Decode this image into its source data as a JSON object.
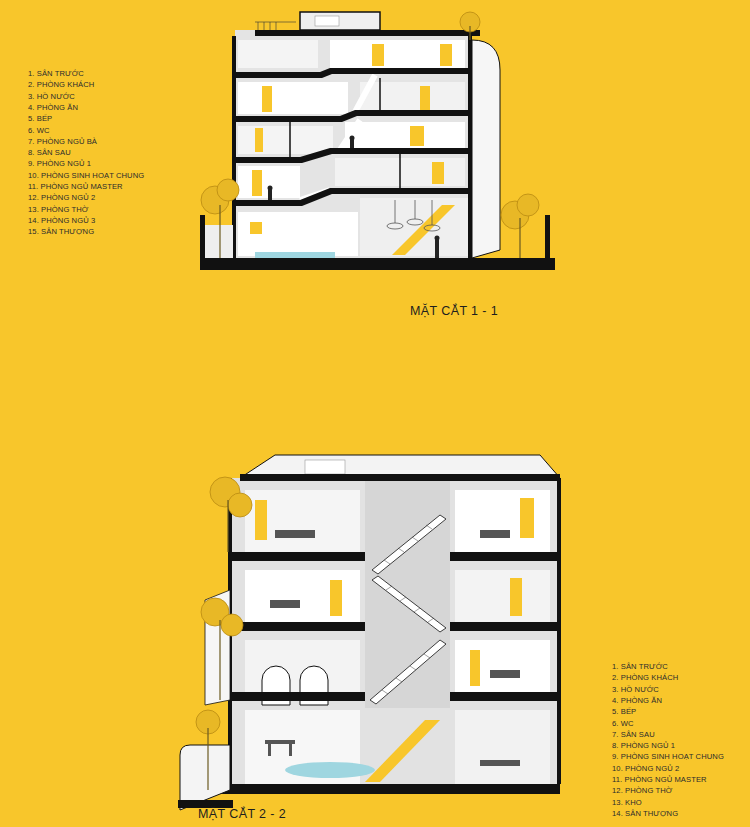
{
  "diagram": {
    "labels": [
      "1. SÂN TRƯỚC",
      "2. PHÒNG KHÁCH",
      "3. HỒ NƯỚC",
      "4. PHÒNG ĂN",
      "5. BẾP",
      "6. WC",
      "7. PHÒNG NGỦ BÀ",
      "8. SÂN SAU",
      "9. PHÒNG NGỦ 1",
      "10. PHÒNG SINH HOẠT CHUNG",
      "11. PHÒNG NGỦ MASTER",
      "12. PHÒNG NGỦ 2",
      "13. PHÒNG THỜ",
      "14. PHÒNG NGỦ 3",
      "15. SÂN THƯỢNG",
      "MẶT CẮT 1 - 1",
      "1. SÂN TRƯỚC",
      "2. PHÒNG KHÁCH",
      "3. HỒ NƯỚC",
      "4. PHÒNG ĂN",
      "5. BẾP",
      "6. WC",
      "7. SÂN SAU",
      "8. PHÒNG NGỦ 1",
      "9. PHÒNG SINH HOẠT CHUNG",
      "10. PHÒNG NGỦ 2",
      "11. PHÒNG NGỦ MASTER",
      "12. PHÒNG THỜ",
      "13. KHO",
      "14. SÂN THƯỢNG",
      "MẶT CẮT 2 - 2"
    ]
  }
}
